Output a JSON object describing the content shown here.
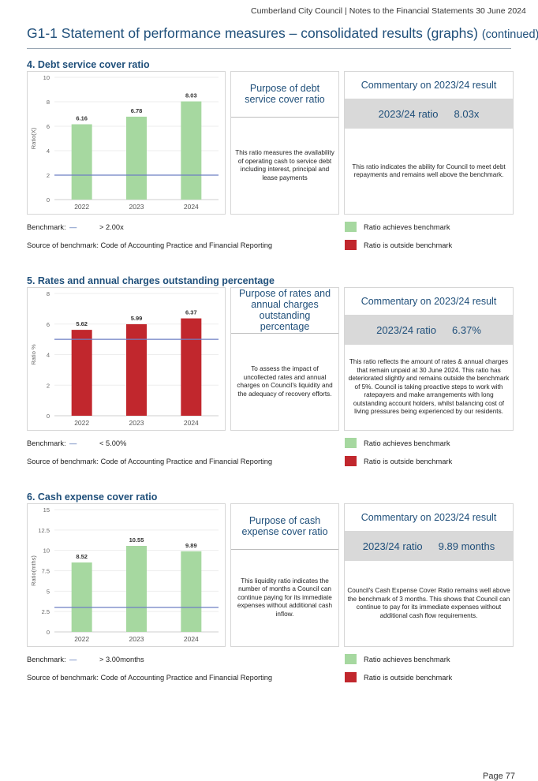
{
  "header": {
    "running_title": "Cumberland City Council | Notes to the Financial Statements 30 June 2024",
    "title": "G1-1   Statement of performance measures – consolidated results (graphs)",
    "title_suffix": "(continued)"
  },
  "sections": [
    {
      "title": "4. Debt service cover ratio",
      "purpose_title": "Purpose of debt service cover ratio",
      "purpose_text": "This ratio measures the availability of operating cash to service debt including interest, principal and lease payments",
      "commentary_title": "Commentary on 2023/24 result",
      "ratio_label": "2023/24 ratio",
      "ratio_value": "8.03x",
      "commentary_text": "This ratio indicates the ability for Council to meet debt repayments and remains well above the benchmark.",
      "benchmark_label": "Benchmark:",
      "benchmark_line": "—",
      "benchmark_value": "> 2.00x",
      "source": "Source of benchmark: Code of Accounting Practice and Financial Reporting",
      "legend_achieves": "Ratio achieves benchmark",
      "legend_outside": "Ratio is outside benchmark"
    },
    {
      "title": "5. Rates and annual charges outstanding percentage",
      "purpose_title": "Purpose of rates and annual charges outstanding percentage",
      "purpose_text": "To assess the impact of uncollected rates and annual charges on Council's liquidity and the adequacy of recovery efforts.",
      "commentary_title": "Commentary on 2023/24 result",
      "ratio_label": "2023/24 ratio",
      "ratio_value": "6.37%",
      "commentary_text": "This ratio reflects the amount of rates & annual charges that remain unpaid at 30 June 2024. This ratio has deteriorated slightly and remains outside the benchmark of 5%. Council is taking proactive steps to work with ratepayers and make arrangements with long outstanding account holders, whilst balancing cost of living pressures being experienced by our residents.",
      "benchmark_label": "Benchmark:",
      "benchmark_line": "—",
      "benchmark_value": "< 5.00%",
      "source": "Source of benchmark: Code of Accounting Practice and Financial Reporting",
      "legend_achieves": "Ratio achieves benchmark",
      "legend_outside": "Ratio is outside benchmark"
    },
    {
      "title": "6. Cash expense cover ratio",
      "purpose_title": "Purpose of cash expense cover ratio",
      "purpose_text": "This liquidity ratio indicates the number of months a Council can continue paying for its immediate expenses without additional cash inflow.",
      "commentary_title": "Commentary on 2023/24 result",
      "ratio_label": "2023/24 ratio",
      "ratio_value": "9.89 months",
      "commentary_text": "Council's Cash Expense Cover Ratio remains well above the benchmark of 3 months. This shows that Council can continue to pay for its immediate expenses without additional cash flow requirements.",
      "benchmark_label": "Benchmark:",
      "benchmark_line": "—",
      "benchmark_value": "> 3.00months",
      "source": "Source of benchmark: Code of Accounting Practice and Financial Reporting",
      "legend_achieves": "Ratio achieves benchmark",
      "legend_outside": "Ratio is outside benchmark"
    }
  ],
  "page_number": "Page 77",
  "chart_data": [
    {
      "type": "bar",
      "categories": [
        "2022",
        "2023",
        "2024"
      ],
      "values": [
        6.16,
        6.78,
        8.03
      ],
      "value_labels": [
        "6.16",
        "6.78",
        "8.03"
      ],
      "ylabel": "Ratio(X)",
      "ylim": [
        0,
        10
      ],
      "yticks": [
        0,
        2,
        4,
        6,
        8,
        10
      ],
      "ytick_labels": [
        "0",
        "2",
        "4",
        "6",
        "8",
        "10"
      ],
      "benchmark": 2,
      "bar_color": "#a6d8a0",
      "benchmark_color": "#6e7fc4"
    },
    {
      "type": "bar",
      "categories": [
        "2022",
        "2023",
        "2024"
      ],
      "values": [
        5.62,
        5.99,
        6.37
      ],
      "value_labels": [
        "5.62",
        "5.99",
        "6.37"
      ],
      "ylabel": "Ratio %",
      "ylim": [
        0,
        8
      ],
      "yticks": [
        0,
        2,
        4,
        6,
        8
      ],
      "ytick_labels": [
        "0",
        "2",
        "4",
        "6",
        "8"
      ],
      "benchmark": 5,
      "bar_color": "#c1272d",
      "benchmark_color": "#6e7fc4"
    },
    {
      "type": "bar",
      "categories": [
        "2022",
        "2023",
        "2024"
      ],
      "values": [
        8.52,
        10.55,
        9.89
      ],
      "value_labels": [
        "8.52",
        "10.55",
        "9.89"
      ],
      "ylabel": "Ratio(mths)",
      "ylim": [
        0,
        15
      ],
      "yticks": [
        0,
        2.5,
        5,
        7.5,
        10,
        12.5,
        15
      ],
      "ytick_labels": [
        "0",
        "2.5",
        "5",
        "7.5",
        "10",
        "12.5",
        "15"
      ],
      "benchmark": 3,
      "bar_color": "#a6d8a0",
      "benchmark_color": "#6e7fc4"
    }
  ]
}
